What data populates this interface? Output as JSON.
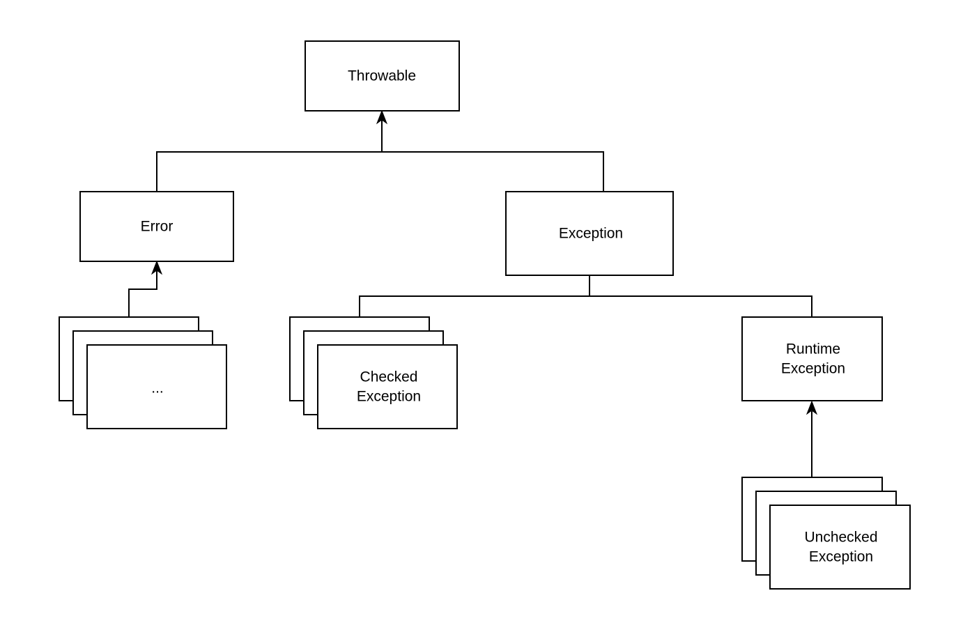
{
  "diagram": {
    "nodes": {
      "throwable": "Throwable",
      "error": "Error",
      "exception": "Exception",
      "error_subclasses": "...",
      "checked_exception_line1": "Checked",
      "checked_exception_line2": "Exception",
      "runtime_exception_line1": "Runtime",
      "runtime_exception_line2": "Exception",
      "unchecked_exception_line1": "Unchecked",
      "unchecked_exception_line2": "Exception"
    },
    "edges": [
      {
        "from": "Error",
        "to": "Throwable"
      },
      {
        "from": "Exception",
        "to": "Throwable"
      },
      {
        "from": "...",
        "to": "Error"
      },
      {
        "from": "Checked Exception",
        "to": "Exception"
      },
      {
        "from": "Runtime Exception",
        "to": "Exception"
      },
      {
        "from": "Unchecked Exception",
        "to": "Runtime Exception"
      }
    ]
  }
}
